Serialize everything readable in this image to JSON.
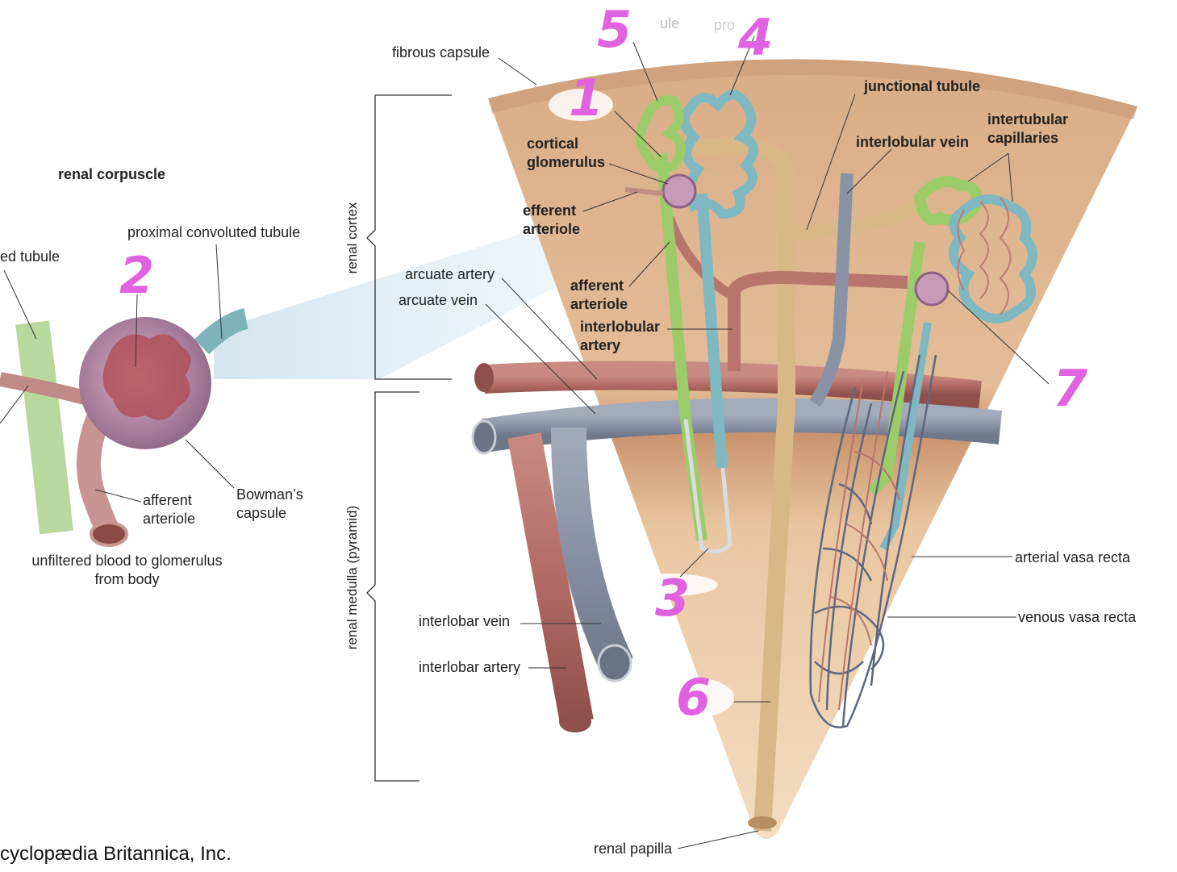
{
  "corpuscle_title": "renal corpuscle",
  "left_labels": {
    "convoluted_tubule_partial": "ed tubule",
    "proximal_convoluted_tubule": "proximal convoluted tubule",
    "afferent_arteriole": "afferent\narteriole",
    "bowmans_capsule": "Bowman’s\ncapsule",
    "unfiltered_blood": "unfiltered blood to glomerulus\nfrom body"
  },
  "credit": "cyclopædia Britannica, Inc.",
  "region_labels": {
    "renal_cortex": "renal cortex",
    "renal_medulla": "renal medulla (pyramid)"
  },
  "main_labels": {
    "fibrous_capsule": "fibrous capsule",
    "cortical_glomerulus": "cortical\nglomerulus",
    "efferent_arteriole": "efferent\narteriole",
    "arcuate_artery": "arcuate artery",
    "arcuate_vein": "arcuate vein",
    "afferent_arteriole": "afferent\narteriole",
    "interlobular_artery": "interlobular\nartery",
    "junctional_tubule": "junctional tubule",
    "interlobular_vein": "interlobular vein",
    "intertubular_capillaries": "intertubular\ncapillaries",
    "arterial_vasa_recta": "arterial vasa recta",
    "venous_vasa_recta": "venous vasa recta",
    "interlobar_vein": "interlobar vein",
    "interlobar_artery": "interlobar artery",
    "renal_papilla": "renal papilla"
  },
  "faded_top_labels": {
    "a": "ule",
    "b": "pro"
  },
  "handwritten_numbers": [
    "1",
    "2",
    "3",
    "4",
    "5",
    "6",
    "7"
  ],
  "colors": {
    "number_ink": "#e062e0",
    "cortex": "#dcb48e",
    "medulla": "#e9c6a0",
    "artery": "#b56c66",
    "vein": "#8a93a6",
    "proximal_tubule": "#7fb8c0",
    "distal_tubule": "#9ccc6a",
    "collecting_duct": "#d8b888"
  }
}
